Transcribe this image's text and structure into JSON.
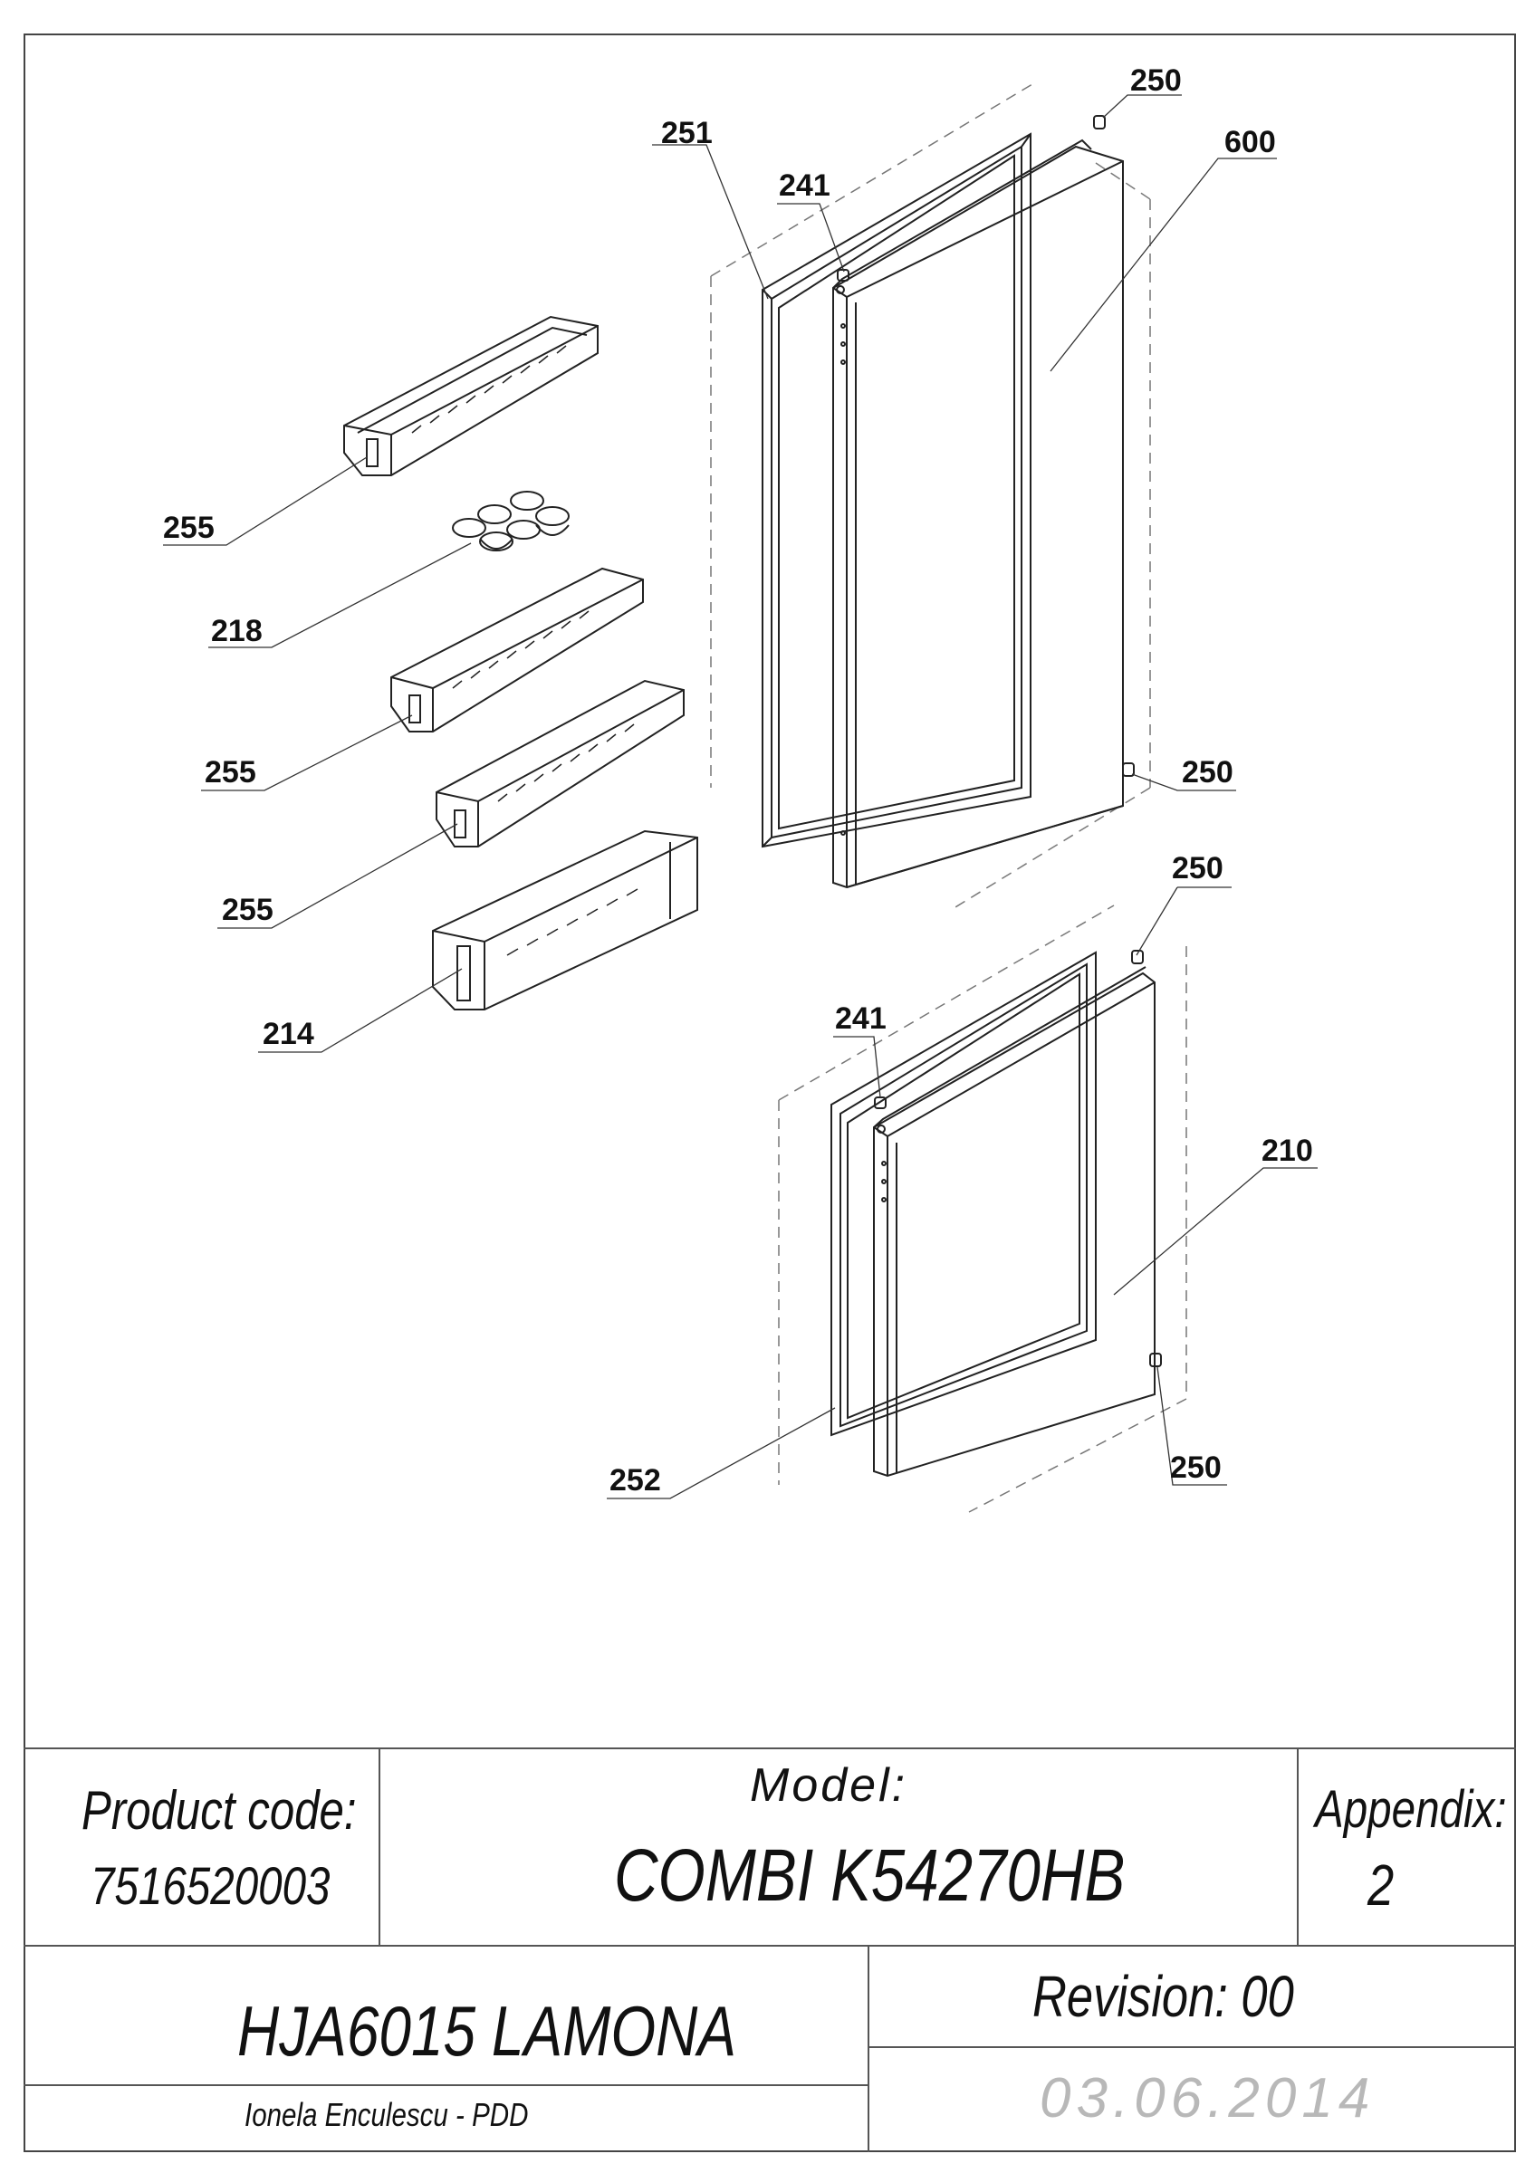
{
  "callouts": {
    "c250_top": "250",
    "c600": "600",
    "c251": "251",
    "c241_top": "241",
    "c255_a": "255",
    "c218": "218",
    "c255_b": "255",
    "c250_mid": "250",
    "c255_c": "255",
    "c250_lowtop": "250",
    "c214": "214",
    "c241_low": "241",
    "c210": "210",
    "c252": "252",
    "c250_bottom": "250"
  },
  "title_block": {
    "product_code_label": "Product code:",
    "product_code_value": "7516520003",
    "model_label": "Model:",
    "model_value": "COMBI K54270HB",
    "appendix_label": "Appendix:",
    "appendix_value": "2",
    "project": "HJA6015 LAMONA",
    "revision": "Revision: 00",
    "author": "Ionela Enculescu - PDD",
    "date": "03.06.2014"
  }
}
